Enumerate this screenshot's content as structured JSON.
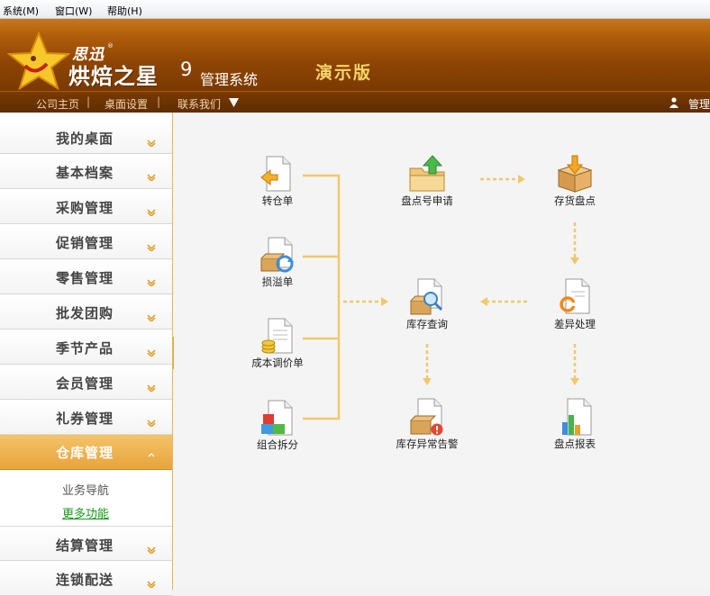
{
  "menubar": {
    "system": "系统(M)",
    "window": "窗口(W)",
    "help": "帮助(H)"
  },
  "brand": {
    "company": "思迅",
    "product": "烘焙之星",
    "version": "9",
    "system_name": "管理系统",
    "edition": "演示版"
  },
  "subbar": {
    "home": "公司主页",
    "desktop_settings": "桌面设置",
    "contact": "联系我们",
    "user": "管理"
  },
  "sidebar": {
    "items": [
      {
        "label": "我的桌面"
      },
      {
        "label": "基本档案"
      },
      {
        "label": "采购管理"
      },
      {
        "label": "促销管理"
      },
      {
        "label": "零售管理"
      },
      {
        "label": "批发团购"
      },
      {
        "label": "季节产品"
      },
      {
        "label": "会员管理"
      },
      {
        "label": "礼券管理"
      },
      {
        "label": "仓库管理"
      },
      {
        "label": "结算管理"
      },
      {
        "label": "连锁配送"
      }
    ],
    "active": "仓库管理",
    "sub_links": {
      "business_nav": "业务导航",
      "more": "更多功能"
    }
  },
  "flow": {
    "transfer": "转仓单",
    "loss_gain": "损溢单",
    "cost_adjust": "成本调价单",
    "assemble": "组合拆分",
    "count_request": "盘点号申请",
    "inventory_count": "存货盘点",
    "stock_query": "库存查询",
    "variance": "差异处理",
    "stock_alert": "库存异常告警",
    "count_report": "盘点报表"
  },
  "colors": {
    "header_top": "#c6781c",
    "header_bottom": "#7a3902",
    "accent": "#e8a43b",
    "edition_text": "#f7d56a",
    "link_green": "#1a9a1a",
    "flow_line": "#f0c86a"
  }
}
